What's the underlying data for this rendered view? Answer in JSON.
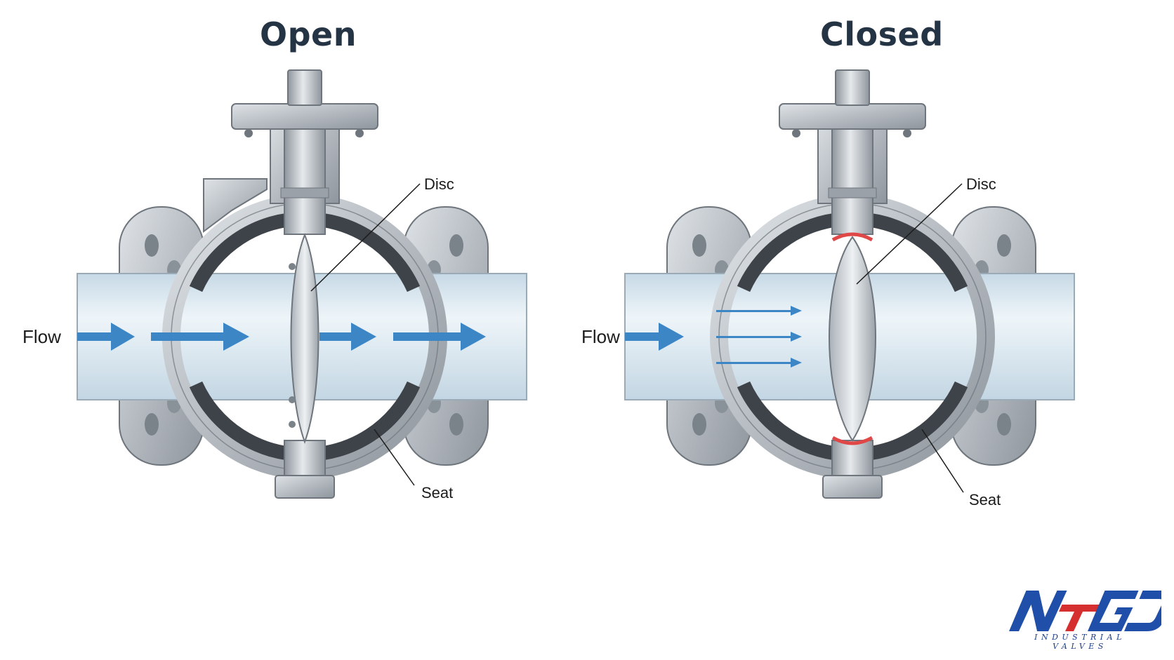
{
  "panels": {
    "open": {
      "title": "Open",
      "labels": {
        "flow": "Flow",
        "disc": "Disc",
        "seat": "Seat"
      }
    },
    "closed": {
      "title": "Closed",
      "labels": {
        "flow": "Flow",
        "disc": "Disc",
        "seat": "Seat"
      }
    }
  },
  "logo": {
    "text": "NTGD",
    "tagline": "INDUSTRIAL VALVES",
    "colors": {
      "primary": "#1f4fa8",
      "accent": "#d62f2f"
    }
  },
  "colors": {
    "title": "#253445",
    "metal": "#b9bec4",
    "metal_dark": "#6e757c",
    "seat": "#3e4349",
    "pipe": "#d8e6ef",
    "flow_arrow": "#3d86c6",
    "seal": "#e04848"
  }
}
